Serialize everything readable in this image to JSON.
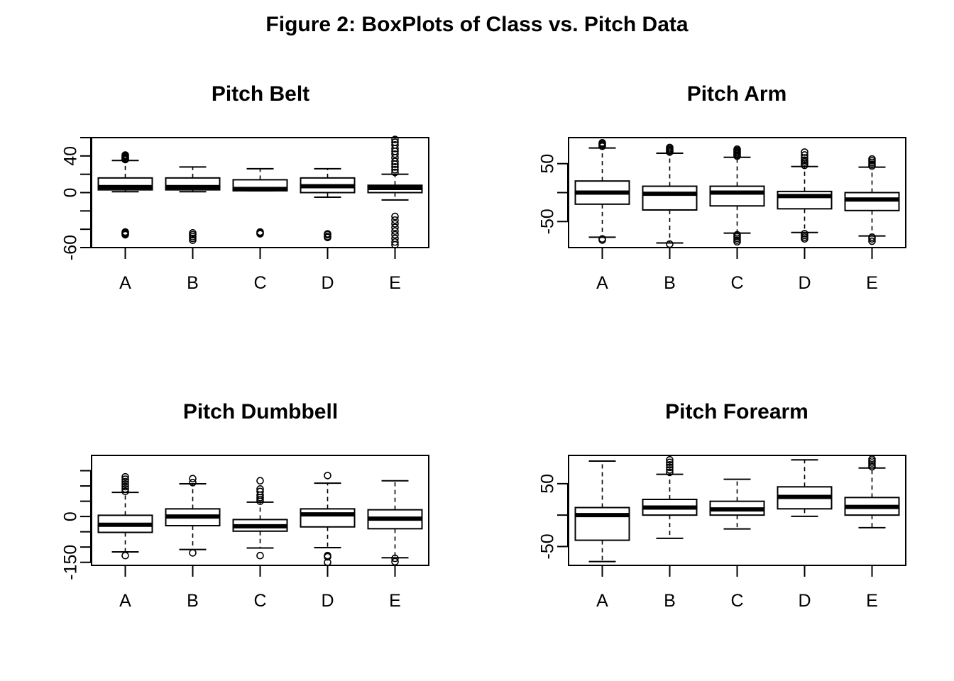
{
  "figure_title": "Figure 2: BoxPlots of Class vs. Pitch Data",
  "chart_data": [
    {
      "type": "box",
      "title": "Pitch Belt",
      "xlabel": "",
      "ylabel": "",
      "categories": [
        "A",
        "B",
        "C",
        "D",
        "E"
      ],
      "ylim": [
        -60,
        60
      ],
      "y_ticks": [
        -60,
        -40,
        -20,
        0,
        20,
        40,
        60
      ],
      "y_tick_labels": [
        {
          "value": -60,
          "label": "-60"
        },
        {
          "value": 0,
          "label": "0"
        },
        {
          "value": 40,
          "label": "40"
        }
      ],
      "boxes": [
        {
          "category": "A",
          "whisker_low": 1,
          "q1": 3,
          "median": 6,
          "q3": 16,
          "whisker_high": 35,
          "outliers": [
            36,
            37,
            38,
            39,
            40,
            41,
            -43,
            -44,
            -45,
            -46
          ]
        },
        {
          "category": "B",
          "whisker_low": 1,
          "q1": 3,
          "median": 6,
          "q3": 16,
          "whisker_high": 28,
          "outliers": [
            -44,
            -46,
            -48,
            -50,
            -52
          ]
        },
        {
          "category": "C",
          "whisker_low": 2,
          "q1": 2,
          "median": 4,
          "q3": 14,
          "whisker_high": 26,
          "outliers": [
            -43,
            -44,
            -45
          ]
        },
        {
          "category": "D",
          "whisker_low": -5,
          "q1": 0,
          "median": 7,
          "q3": 16,
          "whisker_high": 26,
          "outliers": [
            -45,
            -46,
            -48,
            -49
          ]
        },
        {
          "category": "E",
          "whisker_low": -8,
          "q1": 0,
          "median": 5,
          "q3": 8,
          "whisker_high": 20,
          "outliers": [
            22,
            25,
            28,
            31,
            34,
            38,
            42,
            45,
            48,
            52,
            55,
            58,
            -26,
            -30,
            -34,
            -38,
            -42,
            -46,
            -50,
            -54,
            -57
          ]
        }
      ]
    },
    {
      "type": "box",
      "title": "Pitch Arm",
      "xlabel": "",
      "ylabel": "",
      "categories": [
        "A",
        "B",
        "C",
        "D",
        "E"
      ],
      "ylim": [
        -95,
        95
      ],
      "y_ticks": [
        -50,
        0,
        50
      ],
      "y_tick_labels": [
        {
          "value": -50,
          "label": "-50"
        },
        {
          "value": 50,
          "label": "50"
        }
      ],
      "boxes": [
        {
          "category": "A",
          "whisker_low": -77,
          "q1": -20,
          "median": 0,
          "q3": 20,
          "whisker_high": 77,
          "outliers": [
            80,
            82,
            84,
            86,
            -80,
            -82
          ]
        },
        {
          "category": "B",
          "whisker_low": -87,
          "q1": -30,
          "median": -2,
          "q3": 11,
          "whisker_high": 68,
          "outliers": [
            70,
            72,
            74,
            76,
            78,
            -89
          ]
        },
        {
          "category": "C",
          "whisker_low": -70,
          "q1": -23,
          "median": 0,
          "q3": 11,
          "whisker_high": 61,
          "outliers": [
            63,
            65,
            67,
            69,
            71,
            73,
            75,
            -73,
            -76,
            -79,
            -82,
            -85
          ]
        },
        {
          "category": "D",
          "whisker_low": -69,
          "q1": -28,
          "median": -6,
          "q3": 2,
          "whisker_high": 45,
          "outliers": [
            47,
            50,
            53,
            56,
            60,
            65,
            70,
            -71,
            -74,
            -77,
            -80
          ]
        },
        {
          "category": "E",
          "whisker_low": -75,
          "q1": -31,
          "median": -12,
          "q3": 0,
          "whisker_high": 44,
          "outliers": [
            46,
            49,
            52,
            55,
            58,
            -77,
            -80,
            -84
          ]
        }
      ]
    },
    {
      "type": "box",
      "title": "Pitch Dumbbell",
      "xlabel": "",
      "ylabel": "",
      "categories": [
        "A",
        "B",
        "C",
        "D",
        "E"
      ],
      "ylim": [
        -160,
        200
      ],
      "y_ticks": [
        -150,
        -100,
        -50,
        0,
        50,
        100,
        150
      ],
      "y_tick_labels": [
        {
          "value": -150,
          "label": "-150"
        },
        {
          "value": 0,
          "label": "0"
        }
      ],
      "boxes": [
        {
          "category": "A",
          "whisker_low": -116,
          "q1": -52,
          "median": -27,
          "q3": 4,
          "whisker_high": 79,
          "outliers": [
            82,
            90,
            98,
            106,
            114,
            122,
            130,
            -128
          ]
        },
        {
          "category": "B",
          "whisker_low": -108,
          "q1": -30,
          "median": 0,
          "q3": 25,
          "whisker_high": 107,
          "outliers": [
            111,
            124,
            -119
          ]
        },
        {
          "category": "C",
          "whisker_low": -103,
          "q1": -48,
          "median": -32,
          "q3": -10,
          "whisker_high": 47,
          "outliers": [
            50,
            56,
            62,
            70,
            82,
            90,
            117,
            -128
          ]
        },
        {
          "category": "D",
          "whisker_low": -102,
          "q1": -34,
          "median": 7,
          "q3": 25,
          "whisker_high": 109,
          "outliers": [
            134,
            -128,
            -132,
            -150
          ]
        },
        {
          "category": "E",
          "whisker_low": -135,
          "q1": -40,
          "median": -7,
          "q3": 22,
          "whisker_high": 117,
          "outliers": [
            -137,
            -148
          ]
        }
      ]
    },
    {
      "type": "box",
      "title": "Pitch Forearm",
      "xlabel": "",
      "ylabel": "",
      "categories": [
        "A",
        "B",
        "C",
        "D",
        "E"
      ],
      "ylim": [
        -80,
        95
      ],
      "y_ticks": [
        -50,
        0,
        50
      ],
      "y_tick_labels": [
        {
          "value": -50,
          "label": "-50"
        },
        {
          "value": 50,
          "label": "50"
        }
      ],
      "boxes": [
        {
          "category": "A",
          "whisker_low": -74,
          "q1": -40,
          "median": 0,
          "q3": 12,
          "whisker_high": 86,
          "outliers": []
        },
        {
          "category": "B",
          "whisker_low": -37,
          "q1": 0,
          "median": 12,
          "q3": 25,
          "whisker_high": 65,
          "outliers": [
            68,
            72,
            76,
            80,
            84,
            88
          ]
        },
        {
          "category": "C",
          "whisker_low": -22,
          "q1": 0,
          "median": 9,
          "q3": 22,
          "whisker_high": 57,
          "outliers": []
        },
        {
          "category": "D",
          "whisker_low": -2,
          "q1": 10,
          "median": 29,
          "q3": 45,
          "whisker_high": 88,
          "outliers": []
        },
        {
          "category": "E",
          "whisker_low": -20,
          "q1": 0,
          "median": 13,
          "q3": 28,
          "whisker_high": 75,
          "outliers": [
            77,
            80,
            83,
            86,
            89
          ]
        }
      ]
    }
  ]
}
